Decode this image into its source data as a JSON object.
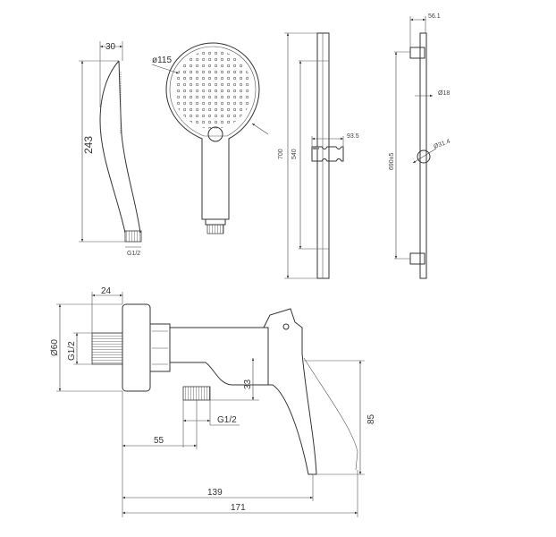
{
  "hand_shower_side": {
    "width_label": "30",
    "height_label": "243",
    "thread_label": "G1/2"
  },
  "hand_shower_front": {
    "diameter_label": "ø115"
  },
  "slide_rail": {
    "length_label": "700",
    "travel_label": "540",
    "slider_label": "93.5"
  },
  "rail_side": {
    "bracket_label": "56.1",
    "rod_diameter_label": "Ø18",
    "slider_diameter_label": "Ø31.4",
    "spacing_label": "690±5"
  },
  "mixer": {
    "thread_length_label": "24",
    "plate_diameter_label": "Ø60",
    "inlet_thread_label": "G1/2",
    "outlet_height_label": "33",
    "outlet_thread_label": "G1/2",
    "outlet_offset_label": "55",
    "lever_height_label": "85",
    "body_length_label": "139",
    "total_length_label": "171"
  }
}
